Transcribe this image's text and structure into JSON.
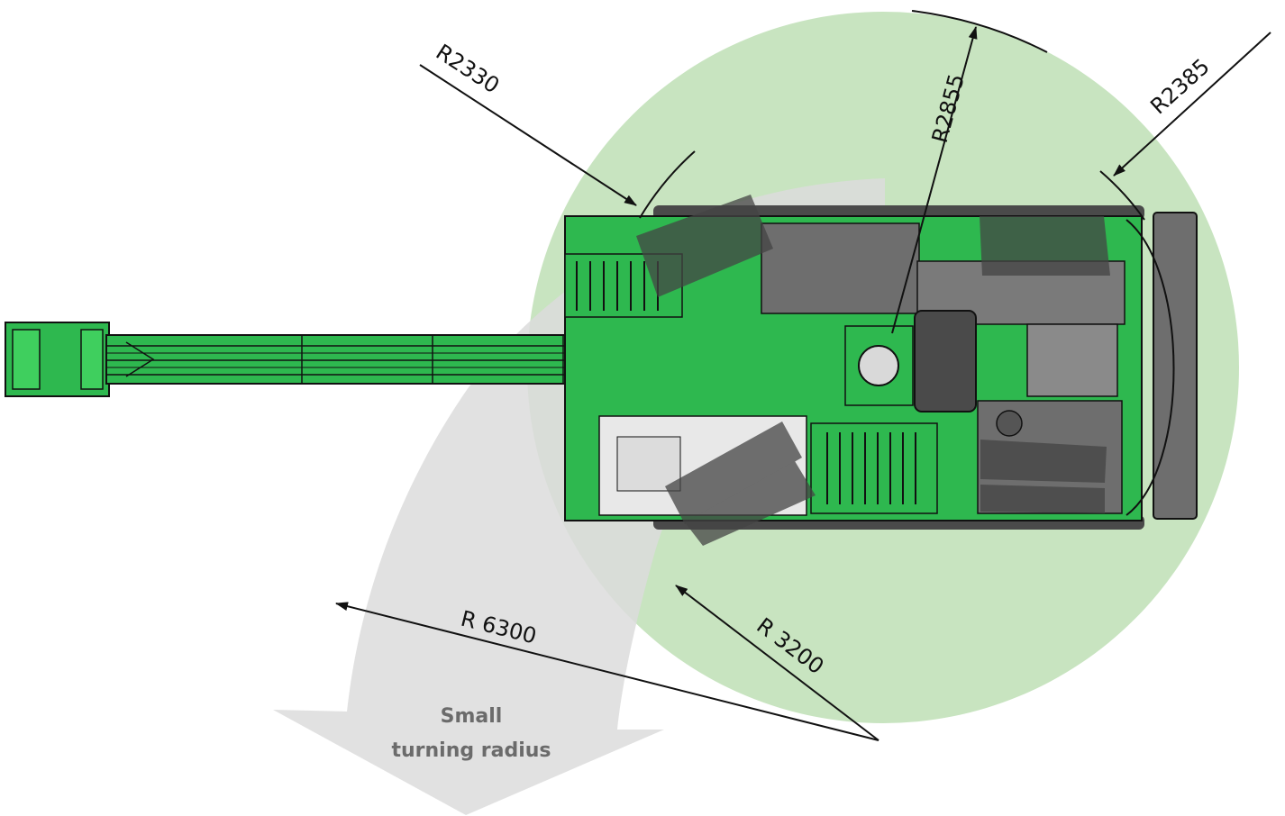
{
  "colors": {
    "background": "#ffffff",
    "swing_circle": "#c8e4c0",
    "turning_arrow": "#d9d9d9",
    "machine_green": "#2eb84f",
    "machine_dark": "#1c6b30",
    "machine_grey": "#6e6e6e",
    "tracks": "#4a4a4a",
    "line": "#111111"
  },
  "labels": {
    "r2330": "R2330",
    "r2855": "R2855",
    "r2385": "R2385",
    "r6300": "R 6300",
    "r3200": "R 3200"
  },
  "arrow_caption": {
    "line1": "Small",
    "line2": "turning radius"
  }
}
